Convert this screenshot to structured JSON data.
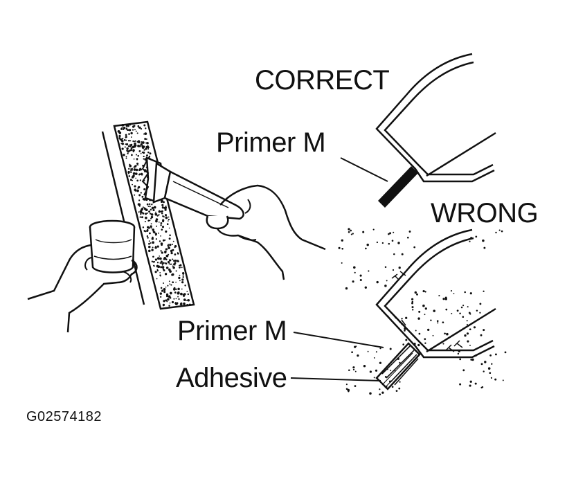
{
  "labels": {
    "correct": "CORRECT",
    "wrong": "WRONG",
    "primer_correct": "Primer M",
    "primer_wrong": "Primer M",
    "adhesive": "Adhesive",
    "figure_code": "G02574182"
  },
  "colors": {
    "ink": "#111111",
    "paper": "#ffffff"
  },
  "icons": {
    "brush": "paint-brush-icon",
    "cup": "primer-cup-icon"
  }
}
